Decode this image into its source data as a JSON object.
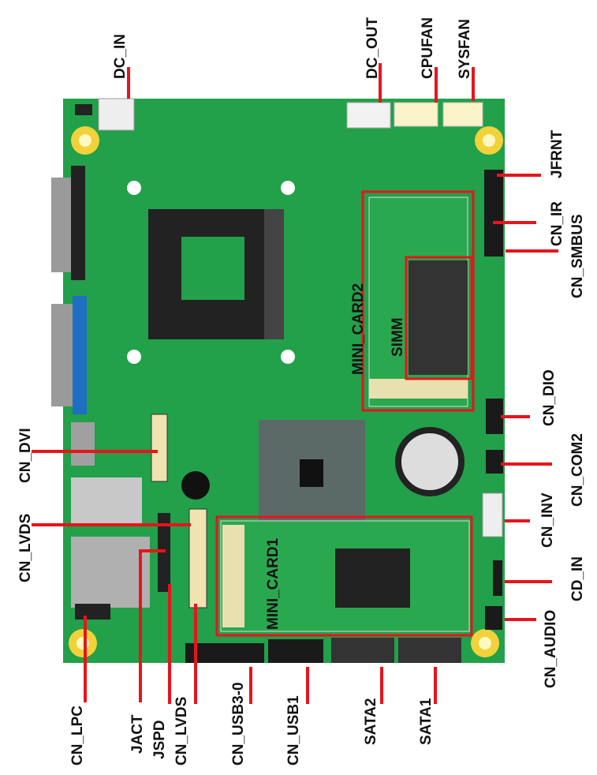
{
  "title": "Motherboard connector layout",
  "colors": {
    "board": "#22a04a",
    "leader": "#e8141b",
    "mount": "#f2d23a"
  },
  "labels": {
    "top": {
      "dc_in": "DC_IN",
      "dc_out": "DC_OUT",
      "cpufan": "CPUFAN",
      "sysfan": "SYSFAN"
    },
    "right": {
      "jfrnt": "JFRNT",
      "cn_ir": "CN_IR",
      "cn_smbus": "CN_SMBUS",
      "cn_dio": "CN_DIO",
      "cn_com2": "CN_COM2",
      "cn_inv": "CN_INV",
      "cd_in": "CD_IN",
      "cn_audio": "CN_AUDIO"
    },
    "left": {
      "cn_dvi": "CN_DVI",
      "cn_lvds": "CN_LVDS"
    },
    "bottom": {
      "cn_lpc": "CN_LPC",
      "jact": "JACT",
      "jspd": "JSPD",
      "cn_lvds": "CN_LVDS",
      "cn_usb3_0": "CN_USB3-0",
      "cn_usb1": "CN_USB1",
      "sata2": "SATA2",
      "sata1": "SATA1"
    },
    "board": {
      "mini_card2": "MINI_CARD2",
      "simm": "SIMM",
      "mini_card1": "MINI_CARD1"
    }
  }
}
